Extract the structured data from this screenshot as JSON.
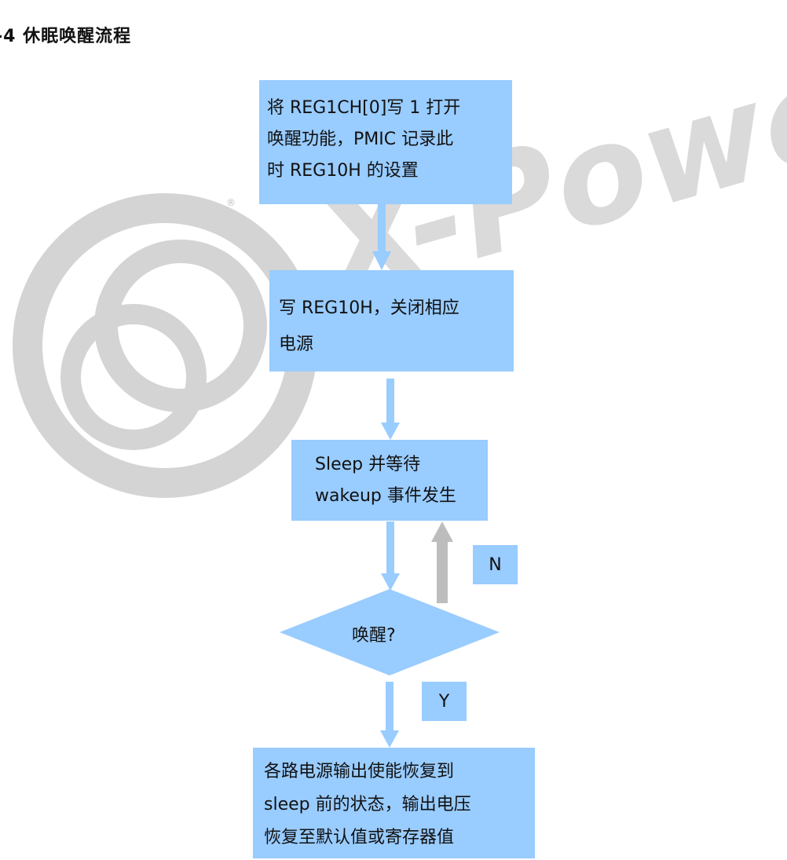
{
  "heading": "-4  休眠唤醒流程",
  "watermark": {
    "brand": "X-Powers",
    "mark": "®"
  },
  "colors": {
    "box_fill": "#99ccff",
    "loop_arrow": "#bdbdbd",
    "watermark": "#c8c8c8"
  },
  "flow": {
    "step1": {
      "lines": [
        "将 REG1CH[0]写 1 打开",
        "唤醒功能，PMIC 记录此",
        "时 REG10H 的设置"
      ]
    },
    "step2": {
      "lines": [
        "写 REG10H，关闭相应",
        "电源"
      ]
    },
    "step3": {
      "lines": [
        "Sleep 并等待",
        "wakeup 事件发生"
      ]
    },
    "decision": {
      "text": "唤醒?"
    },
    "no_label": "N",
    "yes_label": "Y",
    "step4": {
      "lines": [
        "各路电源输出使能恢复到",
        "sleep 前的状态，输出电压",
        "恢复至默认值或寄存器值"
      ]
    }
  }
}
